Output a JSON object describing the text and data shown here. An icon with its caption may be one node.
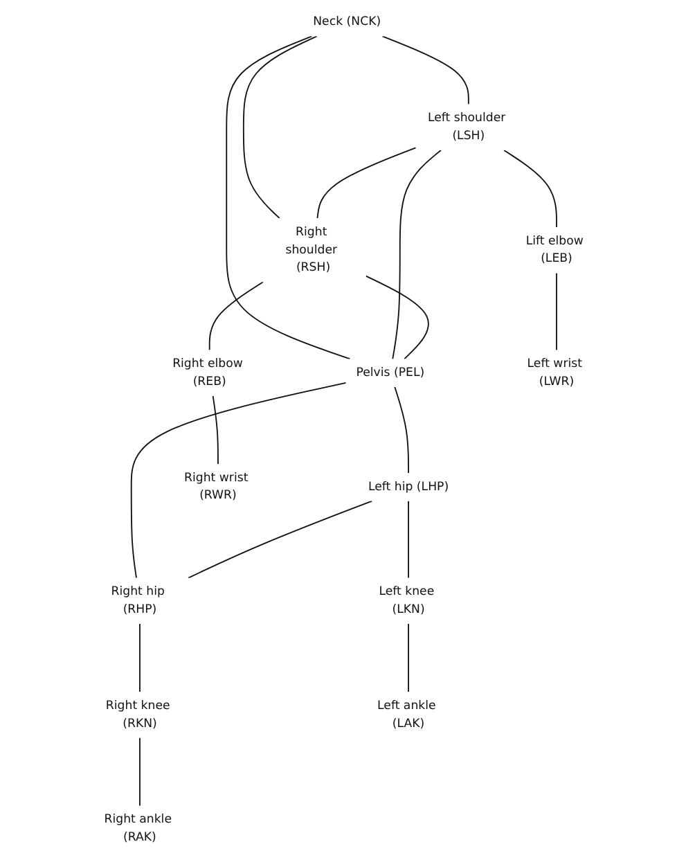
{
  "diagram": {
    "nodes": [
      {
        "text": [
          "Neck (NCK)"
        ]
      },
      {
        "text": [
          "Left shoulder (LSH)"
        ]
      },
      {
        "text": [
          "Right shoulder (RSH)"
        ]
      },
      {
        "text": [
          "Lift elbow (LEB)"
        ]
      },
      {
        "text": [
          "Right elbow (REB)"
        ]
      },
      {
        "text": [
          "Pelvis (PEL)"
        ]
      },
      {
        "text": [
          "Left hip (LHP)"
        ]
      },
      {
        "text": [
          "Right hip (RHP)"
        ]
      },
      {
        "text": [
          "Left wrist (LWR)"
        ]
      },
      {
        "text": [
          "Right wrist (RWR)"
        ]
      },
      {
        "text": [
          "Left knee (LKN)"
        ]
      },
      {
        "text": [
          "Right knee (RKN)"
        ]
      },
      {
        "text": [
          "Left ankle (LAK)"
        ]
      },
      {
        "text": [
          "Right ankle (RAK)"
        ]
      }
    ],
    "edges": [
      {
        "from": 0,
        "to": 1,
        "arrow": "none"
      },
      {
        "from": 0,
        "to": 2,
        "arrow": "none"
      },
      {
        "from": 0,
        "to": 5,
        "arrow": "none"
      },
      {
        "from": 1,
        "to": 2,
        "arrow": "none"
      },
      {
        "from": 1,
        "to": 5,
        "arrow": "none"
      },
      {
        "from": 2,
        "to": 5,
        "arrow": "none"
      },
      {
        "from": 1,
        "to": 3,
        "arrow": "none"
      },
      {
        "from": 3,
        "to": 8,
        "arrow": "none"
      },
      {
        "from": 2,
        "to": 4,
        "arrow": "none"
      },
      {
        "from": 4,
        "to": 9,
        "arrow": "none"
      },
      {
        "from": 5,
        "to": 6,
        "arrow": "none"
      },
      {
        "from": 5,
        "to": 7,
        "arrow": "none"
      },
      {
        "from": 6,
        "to": 7,
        "arrow": "none"
      },
      {
        "from": 6,
        "to": 10,
        "arrow": "none"
      },
      {
        "from": 10,
        "to": 12,
        "arrow": "none"
      },
      {
        "from": 7,
        "to": 11,
        "arrow": "none"
      },
      {
        "from": 11,
        "to": 13,
        "arrow": "none"
      }
    ]
  }
}
